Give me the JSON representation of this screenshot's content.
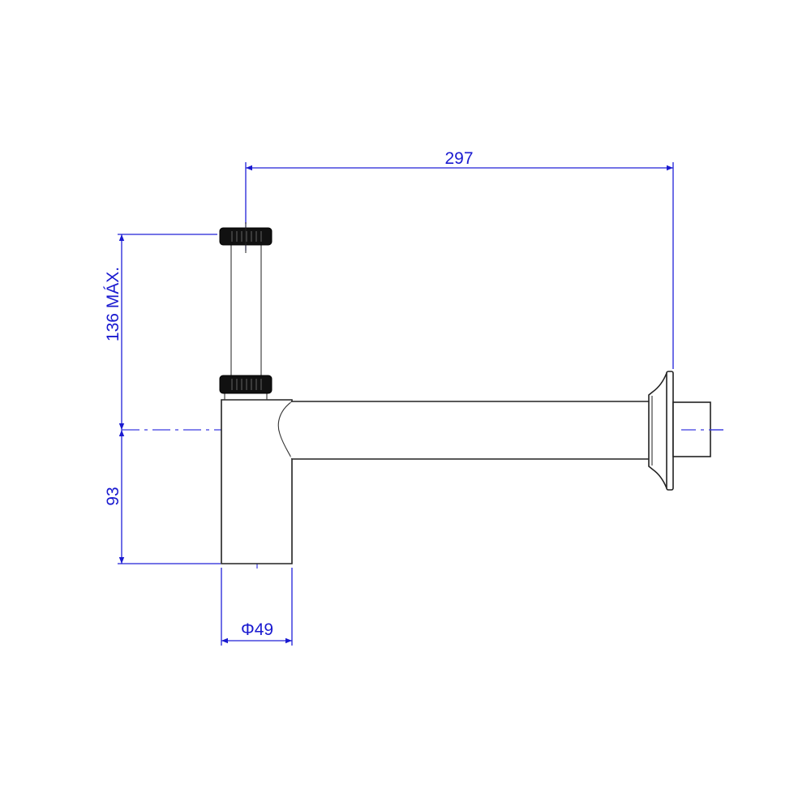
{
  "drawing": {
    "title": "Bottle trap technical drawing",
    "units": "mm",
    "colors": {
      "dimension": "#1a1ad0",
      "outline": "#222222",
      "nut": "#111111",
      "background": "#ffffff"
    }
  },
  "dimensions": {
    "horizontal_length": {
      "label": "297",
      "value": 297
    },
    "upper_height": {
      "label": "136 MÁX.",
      "value": 136,
      "qualifier": "MÁX."
    },
    "lower_height": {
      "label": "93",
      "value": 93
    },
    "body_diameter": {
      "label": "Φ49",
      "symbol": "Φ",
      "value": 49
    }
  },
  "parts": [
    {
      "name": "top-nut"
    },
    {
      "name": "vertical-inlet-tube"
    },
    {
      "name": "lower-nut"
    },
    {
      "name": "trap-body"
    },
    {
      "name": "horizontal-outlet-pipe"
    },
    {
      "name": "wall-flange"
    },
    {
      "name": "outlet-stub"
    }
  ]
}
